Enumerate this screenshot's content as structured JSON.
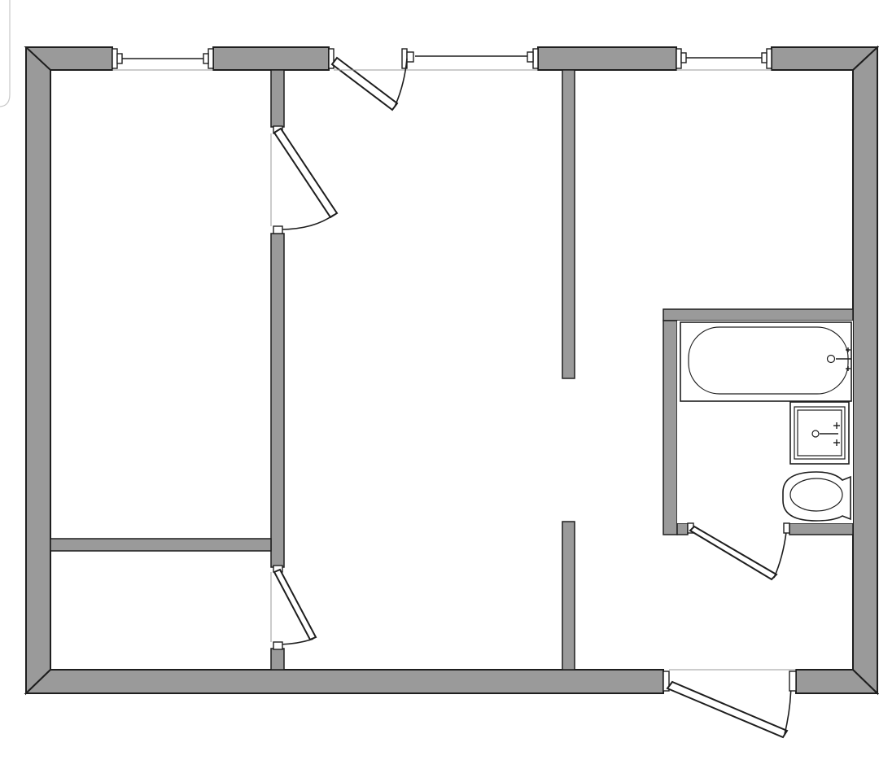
{
  "plan": {
    "rooms": [
      {
        "id": "left-room"
      },
      {
        "id": "left-small-room"
      },
      {
        "id": "middle-room"
      },
      {
        "id": "right-room"
      },
      {
        "id": "bathroom"
      }
    ],
    "fixtures": [
      "bathtub",
      "sink",
      "toilet"
    ],
    "colors": {
      "wall_fill": "#9a9a9a",
      "outline": "#1e1e1e",
      "background": "#ffffff"
    }
  }
}
